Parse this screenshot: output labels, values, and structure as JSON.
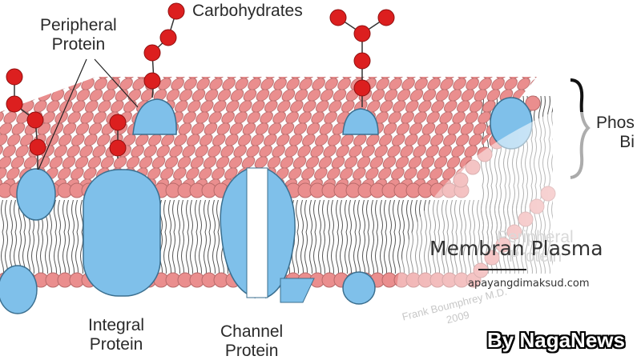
{
  "labels": {
    "carbohydrates": "Carbohydrates",
    "peripheral_protein": "Peripheral\nProtein",
    "integral_protein": "Integral\nProtein",
    "channel_protein": "Channel\nProtein",
    "phospholipid_bilayer": "Phos\nBi",
    "faded_peripheral": "Peripheral\nProtein"
  },
  "overlay": {
    "title": "Membran Plasma",
    "subtitle": "apayangdimaksud.com"
  },
  "credit": "Frank Boumphrey M.D.\n2009",
  "brand": "By NagaNews",
  "colors": {
    "head": "#ea8e8e",
    "head_stroke": "#b86a6a",
    "protein": "#7fc0ea",
    "carbohydrate": "#dc1f1f",
    "tail": "#555555"
  }
}
